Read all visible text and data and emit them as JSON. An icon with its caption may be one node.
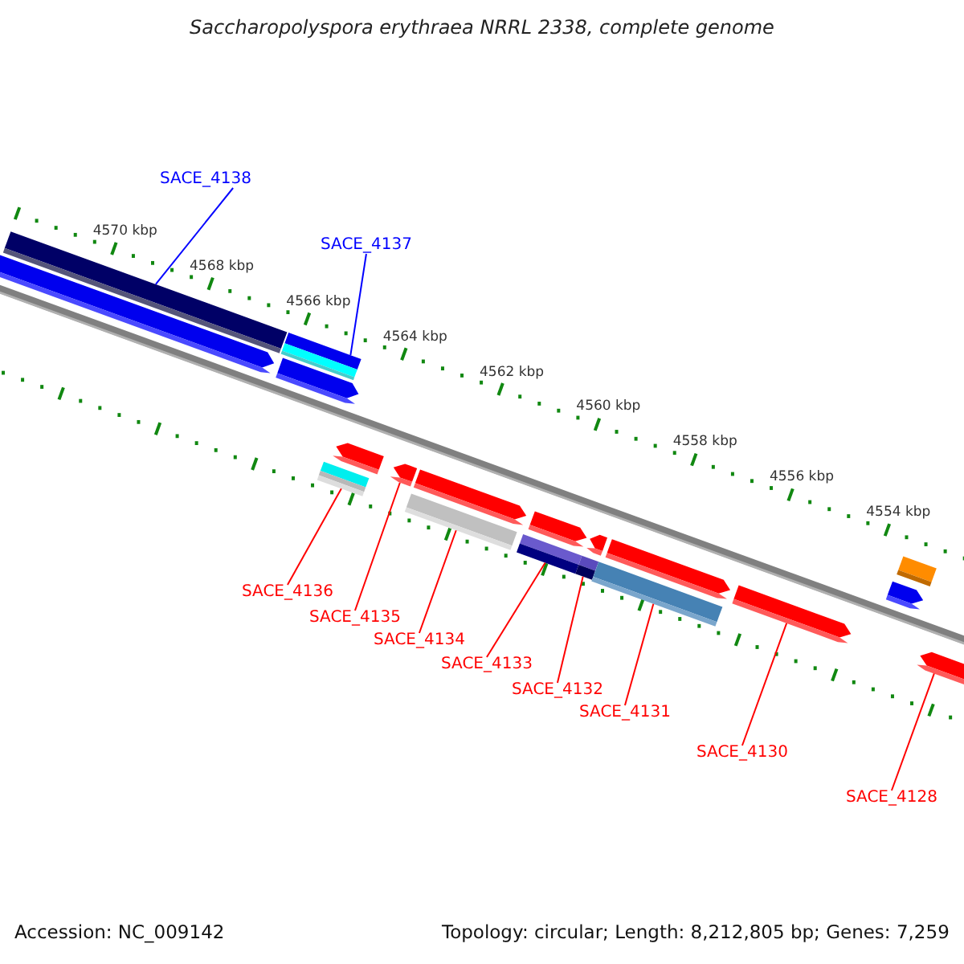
{
  "diagram": {
    "title": "Saccharopolyspora erythraea NRRL 2338, complete genome",
    "nodes": [
      {
        "text": [
          "SACE_4138"
        ]
      },
      {
        "text": [
          "SACE_4137"
        ]
      },
      {
        "text": [
          "SACE_4136"
        ]
      },
      {
        "text": [
          "SACE_4135"
        ]
      },
      {
        "text": [
          "SACE_4134"
        ]
      },
      {
        "text": [
          "SACE_4133"
        ]
      },
      {
        "text": [
          "SACE_4132"
        ]
      },
      {
        "text": [
          "SACE_4131"
        ]
      },
      {
        "text": [
          "SACE_4130"
        ]
      },
      {
        "text": [
          "SACE_4128"
        ]
      },
      {
        "text": [],
        "shape": "bar"
      },
      {
        "text": [],
        "shape": "bar"
      },
      {
        "text": [],
        "shape": "bar"
      },
      {
        "text": [],
        "shape": "arrow"
      },
      {
        "text": [],
        "shape": "bar"
      },
      {
        "text": [],
        "shape": "bar"
      },
      {
        "text": [],
        "shape": "bar"
      },
      {
        "text": [],
        "shape": "bar"
      },
      {
        "text": [],
        "shape": "arrow"
      },
      {
        "text": [],
        "shape": "arrow"
      }
    ],
    "edges": [
      {
        "from": 0,
        "to": 10,
        "arrow": "none",
        "color": "#0000ff"
      },
      {
        "from": 1,
        "to": 11,
        "arrow": "none",
        "color": "#0000ff"
      },
      {
        "from": 2,
        "to": 12,
        "arrow": "none"
      },
      {
        "from": 3,
        "to": 13,
        "arrow": "none"
      },
      {
        "from": 4,
        "to": 14,
        "arrow": "none"
      },
      {
        "from": 5,
        "to": 15,
        "arrow": "none"
      },
      {
        "from": 6,
        "to": 16,
        "arrow": "none"
      },
      {
        "from": 7,
        "to": 17,
        "arrow": "none"
      },
      {
        "from": 8,
        "to": 18,
        "arrow": "none"
      },
      {
        "from": 9,
        "to": 19,
        "arrow": "none"
      }
    ],
    "labels": [
      "4570 kbp",
      "4568 kbp",
      "4566 kbp",
      "4564 kbp",
      "4562 kbp",
      "4560 kbp",
      "4558 kbp",
      "4556 kbp",
      "4554 kbp",
      "Accession: NC_009142",
      "Topology: circular; Length: 8,212,805 bp; Genes: 7,259"
    ]
  }
}
